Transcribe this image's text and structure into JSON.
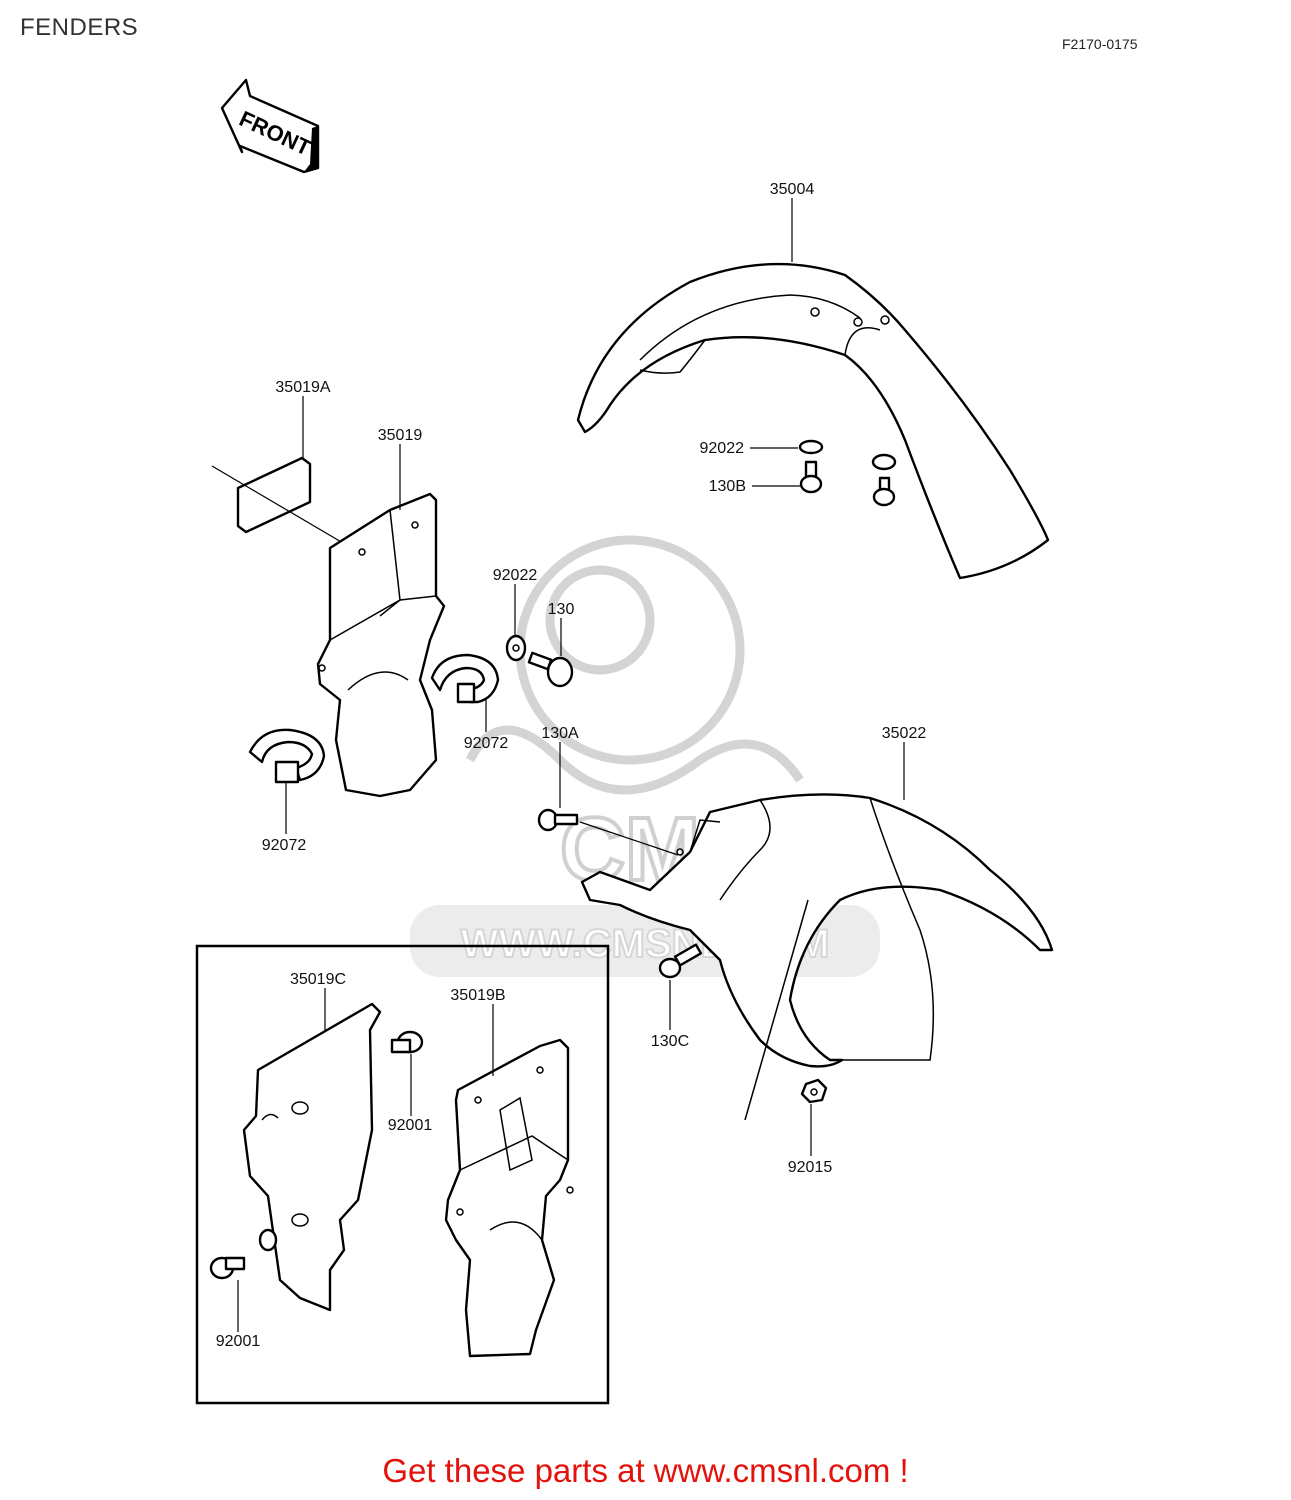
{
  "page_title": "FENDERS",
  "ref_code": "F2170-0175",
  "front_arrow_text": "FRONT",
  "watermark": {
    "logo_text": "CMS",
    "url_text": "WWW.CMSNL.COM"
  },
  "labels": {
    "p35004": "35004",
    "p92022_top": "92022",
    "p130b": "130B",
    "p35019a": "35019A",
    "p35019": "35019",
    "p92022_mid": "92022",
    "p130": "130",
    "p92072_mid": "92072",
    "p92072_left": "92072",
    "p130a": "130A",
    "p35022": "35022",
    "p130c": "130C",
    "p92015": "92015",
    "p35019c": "35019C",
    "p35019b": "35019B",
    "p92001_mid": "92001",
    "p92001_low": "92001"
  },
  "footer_text": "Get these parts at www.cmsnl.com !"
}
